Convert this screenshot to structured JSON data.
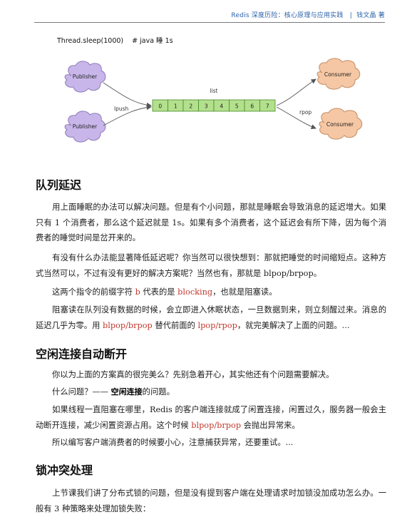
{
  "header": {
    "title": "Redis 深度历险：核心原理与应用实践",
    "separator": "|",
    "author": "钱文晶 著"
  },
  "code": {
    "call": "Thread.sleep(1000)",
    "comment": "# java 睡 1s"
  },
  "diagram": {
    "publisher_top": "Publisher",
    "publisher_bottom": "Publisher",
    "list_label": "list",
    "push_label": "lpush",
    "pop_label": "rpop",
    "consumer_top": "Consumer",
    "consumer_bottom": "Consumer",
    "cells": [
      "0",
      "1",
      "2",
      "3",
      "4",
      "5",
      "6",
      "7"
    ],
    "colors": {
      "publisher_cloud": "#c8b6ea",
      "consumer_cloud": "#f5c7a4",
      "cell_fill": "#b3e08c",
      "cell_stroke": "#4a8a2a"
    }
  },
  "sections": {
    "queue_delay": {
      "title": "队列延迟",
      "p1": "用上面睡眠的办法可以解决问题。但是有个小问题，那就是睡眠会导致消息的延迟增大。如果只有 1 个消费者，那么这个延迟就是 1s。如果有多个消费者，这个延迟会有所下降，因为每个消费者的睡觉时间是岔开来的。",
      "p2": "有没有什么办法能显著降低延迟呢？你当然可以很快想到：那就把睡觉的时间缩短点。这种方式当然可以，不过有没有更好的解决方案呢？当然也有，那就是 blpop/brpop。",
      "p3_before": "这两个指令的前缀字符 ",
      "p3_b": "b",
      "p3_mid": " 代表的是 ",
      "p3_blocking": "blocking",
      "p3_after": "，也就是阻塞读。",
      "p4_before": "阻塞读在队列没有数据的时候，会立即进入休眠状态，一旦数据到来，则立刻醒过来。消息的延迟几乎为零。用 ",
      "p4_bcmd": "blpop/brpop",
      "p4_mid": " 替代前面的 ",
      "p4_cmd": "lpop/rpop",
      "p4_after": "，就完美解决了上面的问题。..."
    },
    "idle_disconnect": {
      "title": "空闲连接自动断开",
      "p1": "你以为上面的方案真的很完美么？先别急着开心，其实他还有个问题需要解决。",
      "p2_before": "什么问题？—— ",
      "p2_highlight": "空闲连接",
      "p2_after": "的问题。",
      "p3_before": "如果线程一直阻塞在哪里，Redis 的客户端连接就成了闲置连接，闲置过久，服务器一般会主动断开连接，减少闲置资源占用。这个时候 ",
      "p3_cmd": "blpop/brpop",
      "p3_after": " 会抛出异常来。",
      "p4": "所以编写客户端消费者的时候要小心，注意捕获异常，还要重试。..."
    },
    "lock_conflict": {
      "title": "锁冲突处理",
      "p1": "上节课我们讲了分布式锁的问题，但是没有提到客户端在处理请求时加锁没加成功怎么办。一般有 3 种策略来处理加锁失败："
    }
  }
}
